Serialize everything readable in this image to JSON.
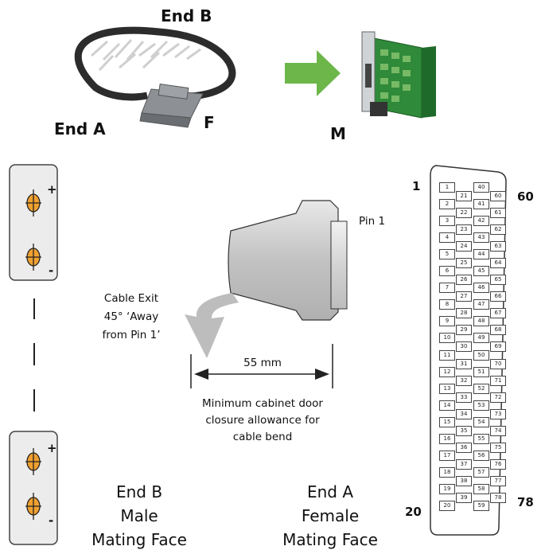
{
  "top": {
    "end_b": "End B",
    "end_a": "End A",
    "f": "F",
    "m": "M"
  },
  "middle": {
    "pin1": "Pin 1",
    "cable_exit": [
      "Cable Exit",
      "45° ‘Away",
      "from Pin 1’"
    ],
    "dimension": "55 mm",
    "note": [
      "Minimum cabinet door",
      "closure allowance for",
      "cable bend"
    ]
  },
  "terminals": {
    "plus": "+",
    "minus": "-"
  },
  "bottom": {
    "end_b_label": [
      "End B",
      "Male",
      "Mating Face"
    ],
    "end_a_label": [
      "End A",
      "Female",
      "Mating Face"
    ]
  },
  "connector": {
    "corner_labels": {
      "top_left": "1",
      "top_right": "60",
      "bottom_left": "20",
      "bottom_right": "78"
    },
    "col1": [
      "1",
      "2",
      "3",
      "4",
      "5",
      "6",
      "7",
      "8",
      "9",
      "10",
      "11",
      "12",
      "13",
      "14",
      "15",
      "16",
      "17",
      "18",
      "19",
      "20"
    ],
    "col2": [
      "21",
      "22",
      "23",
      "24",
      "25",
      "26",
      "27",
      "28",
      "29",
      "30",
      "31",
      "32",
      "33",
      "34",
      "35",
      "36",
      "37",
      "38",
      "39"
    ],
    "col3": [
      "40",
      "41",
      "42",
      "43",
      "44",
      "45",
      "46",
      "47",
      "48",
      "49",
      "50",
      "51",
      "52",
      "53",
      "54",
      "55",
      "56",
      "57",
      "58",
      "59"
    ],
    "col4": [
      "60",
      "61",
      "62",
      "63",
      "64",
      "65",
      "66",
      "67",
      "68",
      "69",
      "70",
      "71",
      "72",
      "73",
      "74",
      "75",
      "76",
      "77",
      "78"
    ]
  },
  "colors": {
    "arrow_green": "#6cb64a",
    "bend_arrow": "#bdbdbd",
    "terminal_fill": "#f0a030"
  }
}
